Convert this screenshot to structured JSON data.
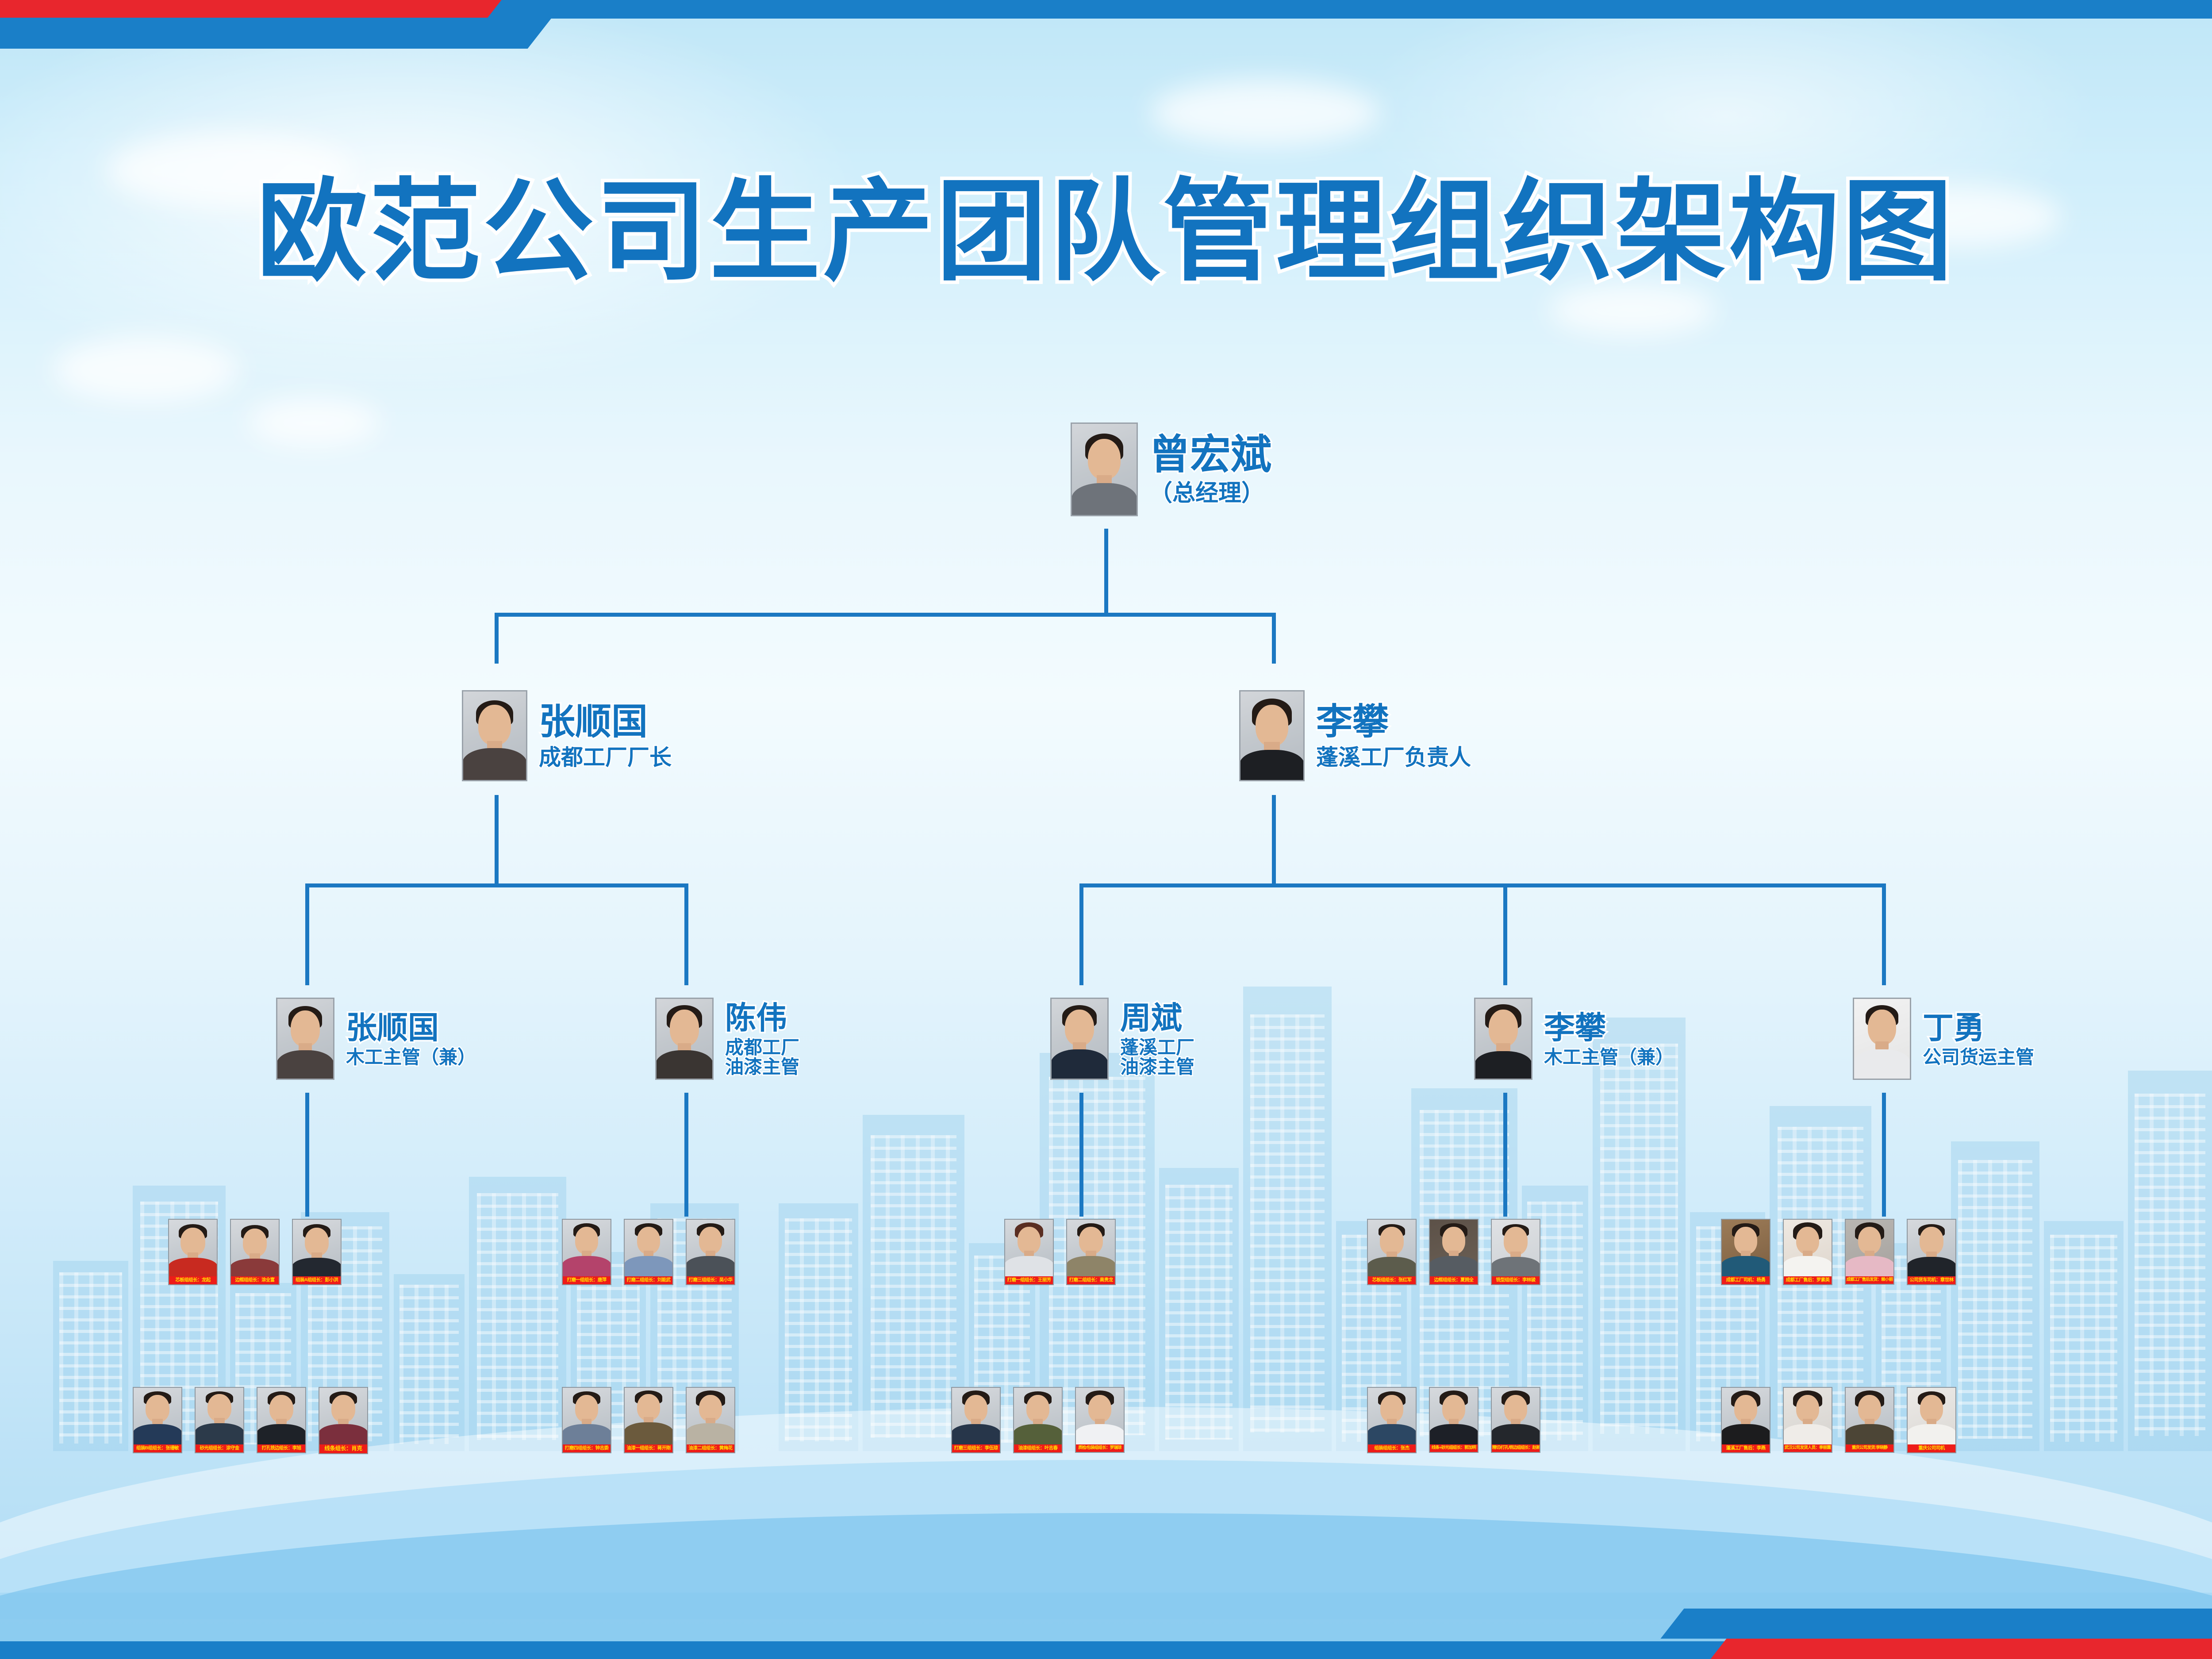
{
  "title": "欧范公司生产团队管理组织架构图",
  "colors": {
    "title_blue": "#1273bf",
    "line_blue": "#1b78c2",
    "caption_red": "#ee1c19",
    "caption_yellow": "#ffe200",
    "ribbon_red": "#e8262d",
    "ribbon_blue": "#1a7fc8",
    "background_sky": "#cfeefb"
  },
  "org": {
    "level1": {
      "name": "曾宏斌",
      "role": "（总经理）"
    },
    "level2": [
      {
        "name": "张顺国",
        "role": "成都工厂厂长"
      },
      {
        "name": "李攀",
        "role": "蓬溪工厂负责人"
      }
    ],
    "level3": [
      {
        "name": "张顺国",
        "role": "木工主管（兼）",
        "role_line1": "木工主管（兼）",
        "role_line2": ""
      },
      {
        "name": "陈伟",
        "role": "成都工厂油漆主管",
        "role_line1": "成都工厂",
        "role_line2": "油漆主管"
      },
      {
        "name": "周斌",
        "role": "蓬溪工厂油漆主管",
        "role_line1": "蓬溪工厂",
        "role_line2": "油漆主管"
      },
      {
        "name": "李攀",
        "role": "木工主管（兼）",
        "role_line1": "木工主管（兼）",
        "role_line2": ""
      },
      {
        "name": "丁勇",
        "role": "公司货运主管",
        "role_line1": "公司货运主管",
        "role_line2": ""
      }
    ]
  },
  "staff_groups": [
    {
      "parent": "张顺国 木工主管（兼）",
      "row1": [
        "芯板组组长：龙起",
        "边框组组长：涂全富",
        "组装A组组长：彭小洪"
      ],
      "row2": [
        "组装B组组长：张珊敏",
        "砂光组组长：涂守金",
        "打孔铣边组长：李旭",
        "线条组长：肖克"
      ]
    },
    {
      "parent": "陈伟 成都工厂油漆主管",
      "row1": [
        "打磨一组组长：唐萍",
        "打磨二组组长：刘能武",
        "打磨三组组长：吴小华"
      ],
      "row2": [
        "打磨四组组长：钟志委",
        "油漆一组组长：蒋开刚",
        "油漆二组组长：黄梅花"
      ]
    },
    {
      "parent": "周斌 蓬溪工厂油漆主管",
      "row1": [
        "打磨一组组长：王丽芳",
        "打磨二组组长：高贵龙"
      ],
      "row2": [
        "打磨三组组长：李伍琼",
        "油漆组组长：叶志春",
        "质检/包装组组长：罗瑞琼"
      ]
    },
    {
      "parent": "李攀 木工主管（兼）",
      "row1": [
        "芯板组组长：张红军",
        "边框组组长：夏拥全",
        "铣型组组长：李林骏"
      ],
      "row2": [
        "组装组组长：张杰",
        "线条+砂光组组长：郭加明",
        "精切/打孔/铣边组组长：赵新平"
      ]
    },
    {
      "parent": "丁勇 公司货运主管",
      "row1": [
        "成都工厂司机：杨勇",
        "成都工厂售后：罗素英",
        "成都工厂售后发货：赖小丽",
        "公司货车司机：章世林"
      ],
      "row2": [
        "蓬溪工厂售后：李燕",
        "武汉公司发货人员：季丽霞",
        "重庆公司发货:李晓静",
        "重庆公司司机"
      ]
    }
  ]
}
